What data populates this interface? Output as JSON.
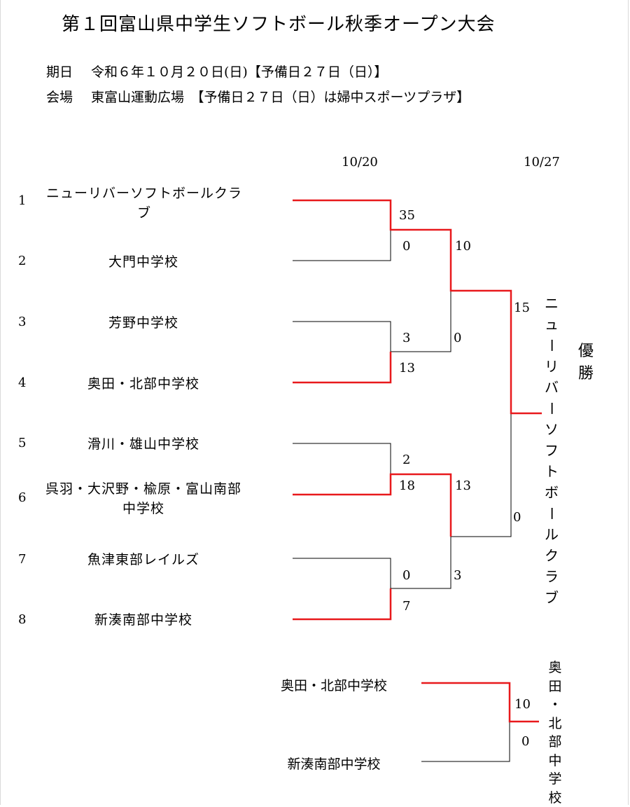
{
  "title": "第１回富山県中学生ソフトボール秋季オープン大会",
  "info": {
    "date_label": "期日",
    "date_value": "令和６年１０月２０日(日)【予備日２７日（日）】",
    "venue_label": "会場",
    "venue_value": "東富山運動広場　【予備日２７日（日）は婦中スポーツプラザ】"
  },
  "round_dates": {
    "day1": "10/20",
    "day2": "10/27"
  },
  "seeds": [
    "1",
    "2",
    "3",
    "4",
    "5",
    "6",
    "7",
    "8"
  ],
  "teams": [
    "ニューリバーソフトボールクラブ",
    "大門中学校",
    "芳野中学校",
    "奥田・北部中学校",
    "滑川・雄山中学校",
    "呉羽・大沢野・楡原・富山南部中学校",
    "魚津東部レイルズ",
    "新湊南部中学校"
  ],
  "scores": {
    "r1_m1_top": "35",
    "r1_m1_bottom": "0",
    "r1_m2_top": "3",
    "r1_m2_bottom": "13",
    "r1_m3_top": "2",
    "r1_m3_bottom": "18",
    "r1_m4_top": "0",
    "r1_m4_bottom": "7",
    "sf1_top": "10",
    "sf1_bottom": "0",
    "sf2_top": "13",
    "sf2_bottom": "3",
    "final_top": "15",
    "final_bottom": "0"
  },
  "champion": "ニューリバーソフトボールクラブ",
  "champion_label": "優勝",
  "third_place": {
    "team_top": "奥田・北部中学校",
    "team_bottom": "新湊南部中学校",
    "score_top": "10",
    "score_bottom": "0",
    "winner": "奥田・北部中学校"
  },
  "colors": {
    "win_line": "#e8191c",
    "lose_line": "#000000"
  }
}
